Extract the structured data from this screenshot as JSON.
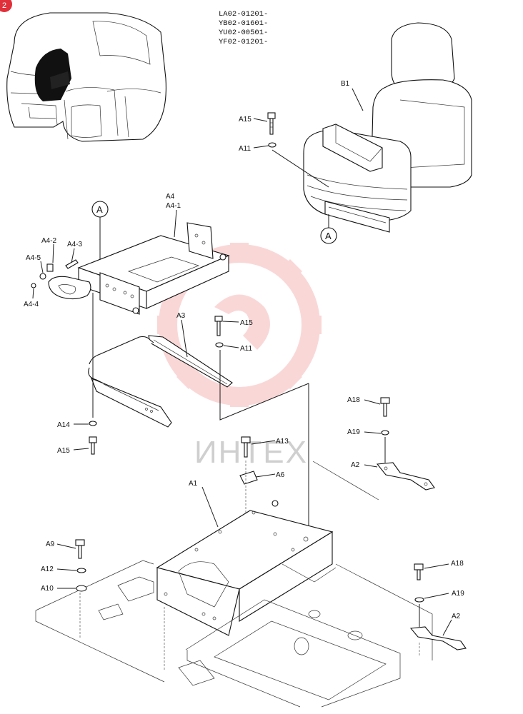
{
  "serials": [
    "LA02-01201-",
    "YB02-01601-",
    "YU02-00501-",
    "YF02-01201-"
  ],
  "corner_badge": "2",
  "callout": "A",
  "watermark": "ИНТЕХ",
  "colors": {
    "line": "#111111",
    "watermark_gear": "#f6b8b8",
    "badge": "#e0303a"
  },
  "parts": {
    "B1": "B1",
    "A15_top": "A15",
    "A11_top": "A11",
    "A4": "A4",
    "A4_1": "A4-1",
    "A4_2": "A4-2",
    "A4_3": "A4-3",
    "A4_4": "A4-4",
    "A4_5": "A4-5",
    "A3": "A3",
    "A15_mid": "A15",
    "A11_mid": "A11",
    "A14": "A14",
    "A15_low": "A15",
    "A13": "A13",
    "A6": "A6",
    "A18_top": "A18",
    "A19_top": "A19",
    "A2_top": "A2",
    "A1": "A1",
    "A9": "A9",
    "A12": "A12",
    "A10": "A10",
    "A18_low": "A18",
    "A19_low": "A19",
    "A2_low": "A2"
  }
}
